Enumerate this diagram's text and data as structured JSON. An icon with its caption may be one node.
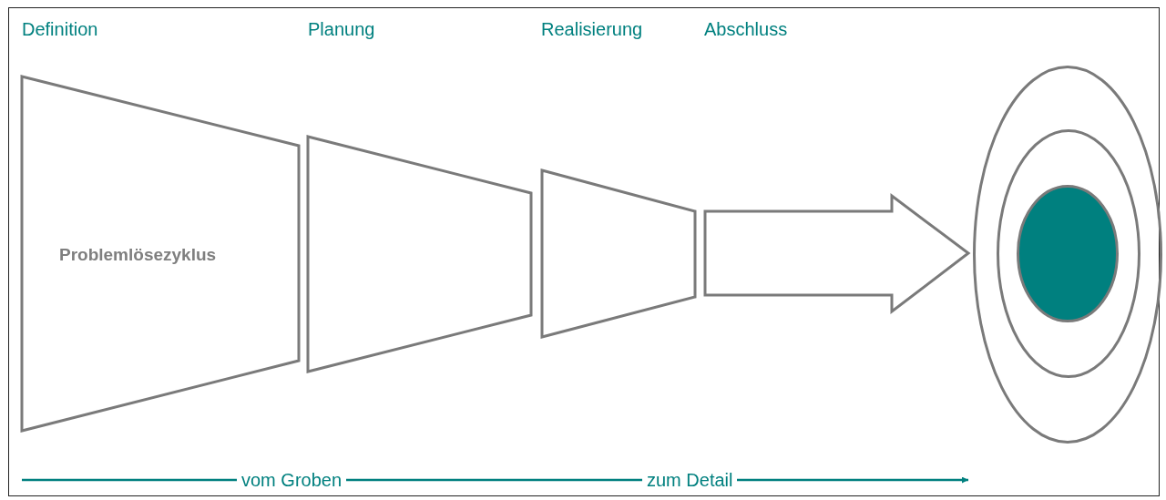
{
  "diagram": {
    "nodes": [
      {
        "text": [],
        "shape": "trapezoid"
      },
      {
        "text": [],
        "shape": "trapezoid"
      },
      {
        "text": [],
        "shape": "trapezoid"
      },
      {
        "text": [],
        "shape": "arrow"
      },
      {
        "text": [],
        "shape": "circle"
      },
      {
        "text": [],
        "shape": "circle",
        "in": 4
      },
      {
        "text": [],
        "shape": "circle",
        "in": 5
      }
    ],
    "labels": [
      "Definition",
      "Planung",
      "Realisierung",
      "Abschluss",
      "Problemlösezyklus",
      "vom Groben",
      "zum Detail"
    ]
  }
}
